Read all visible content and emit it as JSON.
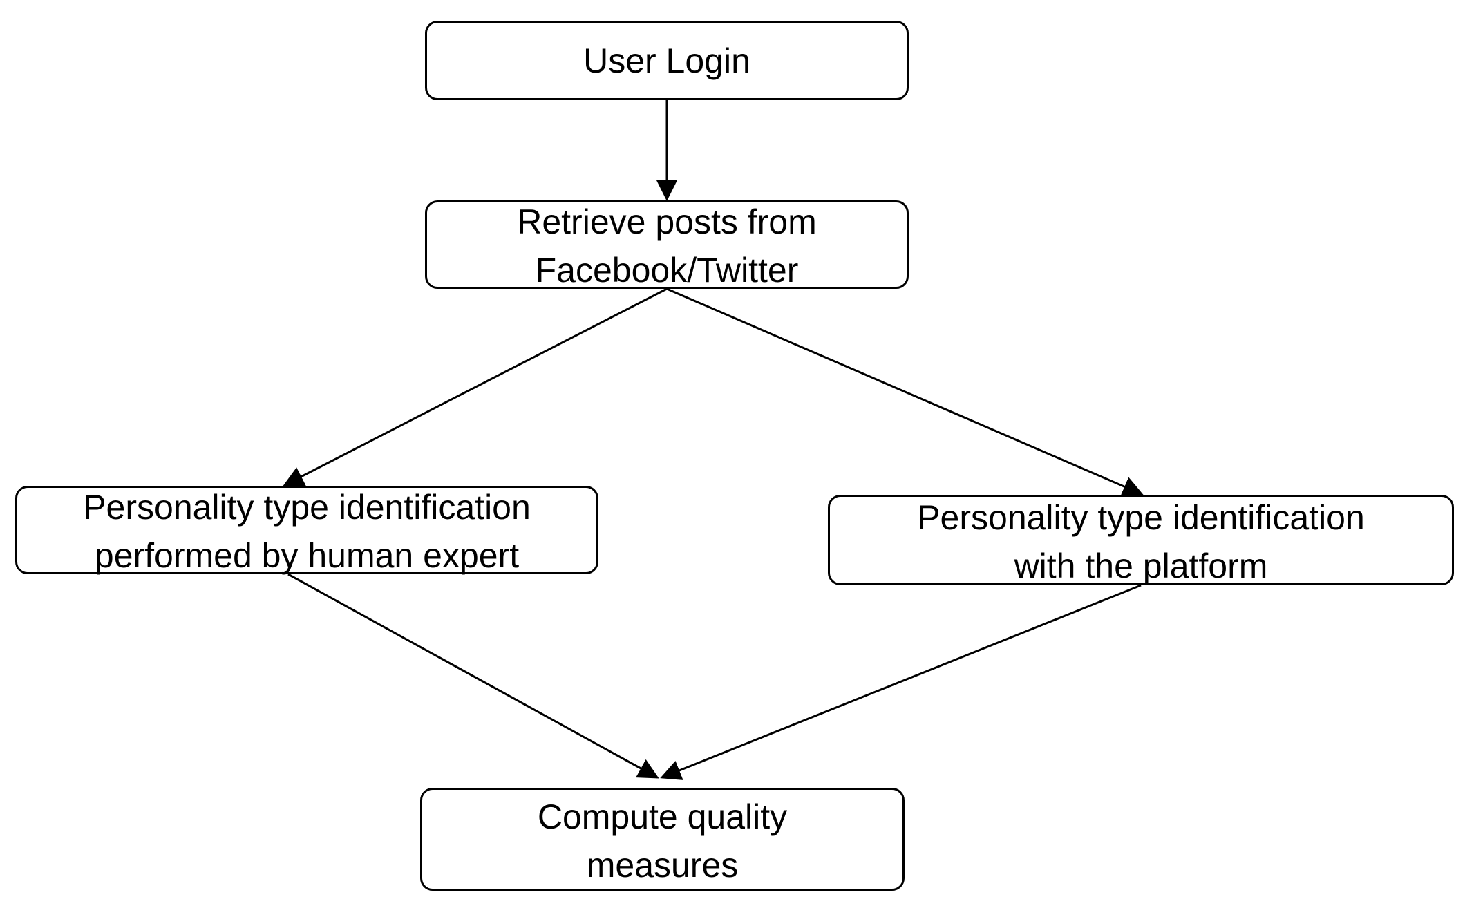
{
  "diagram": {
    "nodes": {
      "user_login": "User Login",
      "retrieve_posts": "Retrieve posts from\nFacebook/Twitter",
      "human_expert": "Personality type identification\nperformed by human expert",
      "platform": "Personality type identification\nwith the platform",
      "compute_measures": "Compute quality\nmeasures"
    },
    "colors": {
      "stroke": "#000000",
      "fill": "#ffffff"
    }
  }
}
